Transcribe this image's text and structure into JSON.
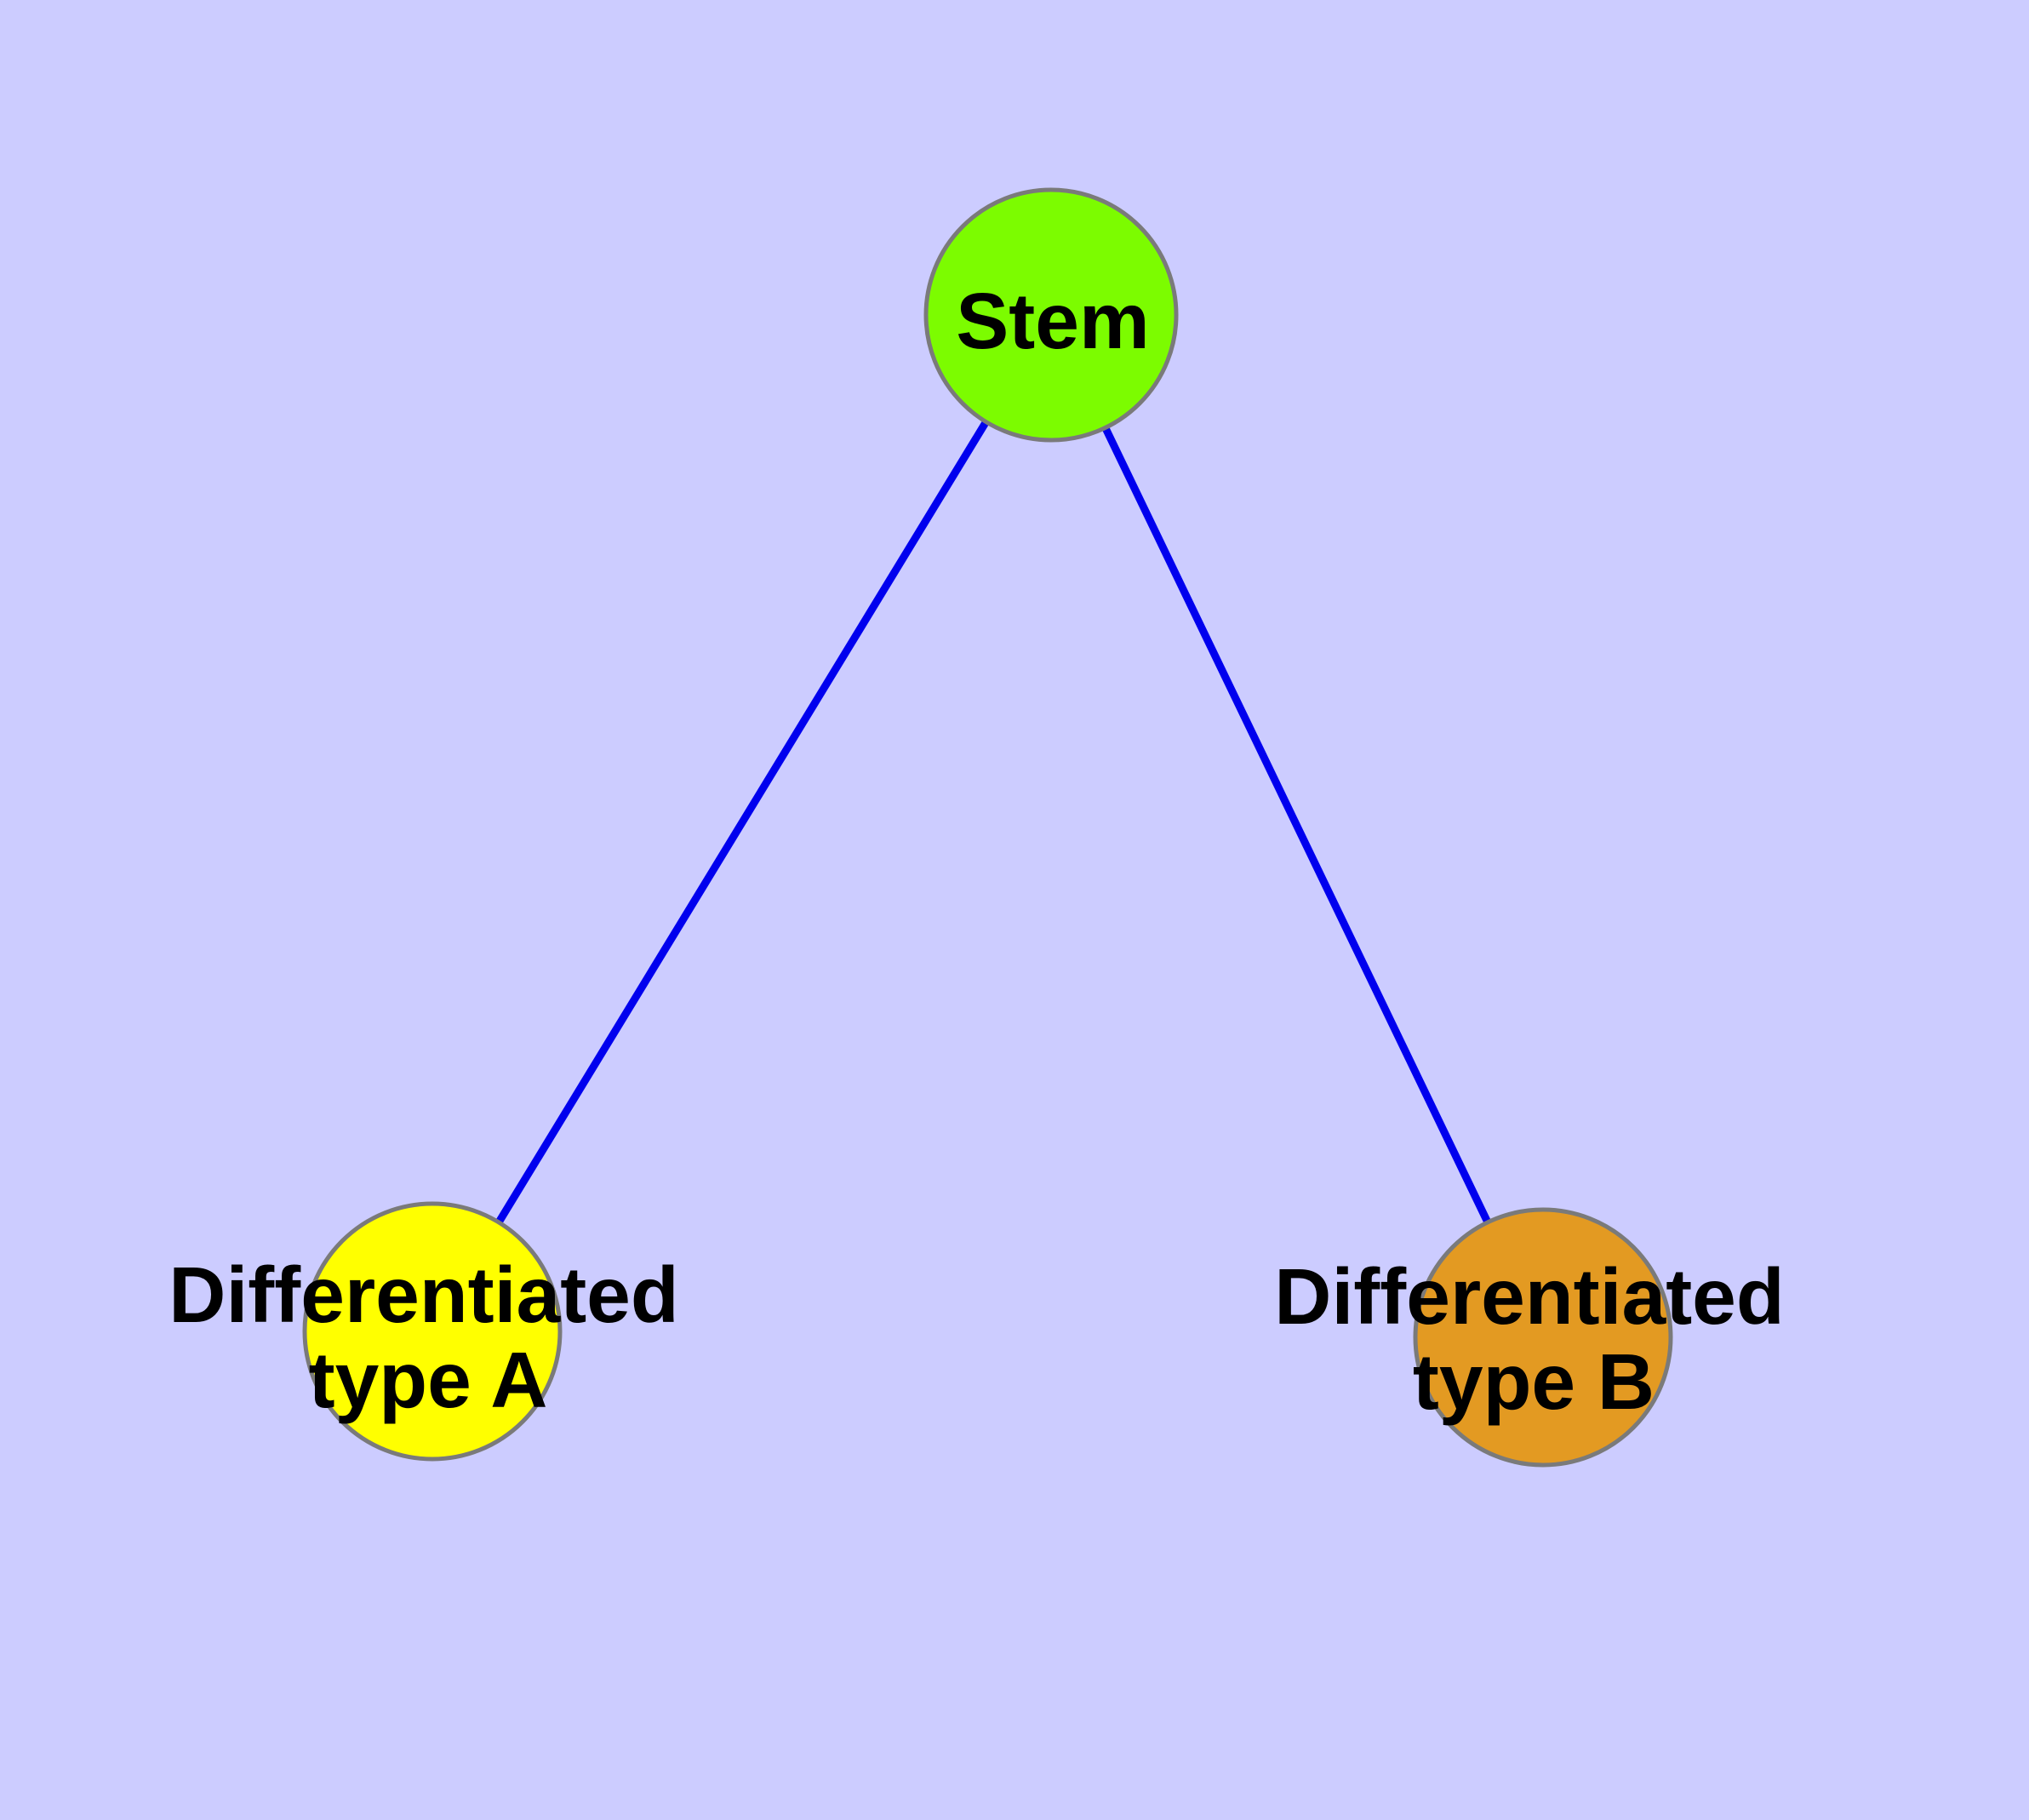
{
  "canvas": {
    "background_color": "#CCCCFF"
  },
  "graph": {
    "edge_color": "#0000EE",
    "node_border_color": "#7A7A7A",
    "text_color": "#000000",
    "nodes": [
      {
        "id": "stem",
        "label": "Stem",
        "fill": "#7CFC00"
      },
      {
        "id": "differentiated-type-a",
        "label": "Differentiated type A",
        "label_line1": "Differentiated",
        "label_line2": "type A",
        "fill": "#FFFF00"
      },
      {
        "id": "differentiated-type-b",
        "label": "Differentiated type B",
        "label_line1": "Differentiated",
        "label_line2": "type B",
        "fill": "#E39A22"
      }
    ],
    "edges": [
      {
        "from": "stem",
        "to": "differentiated-type-a"
      },
      {
        "from": "stem",
        "to": "differentiated-type-b"
      }
    ]
  }
}
